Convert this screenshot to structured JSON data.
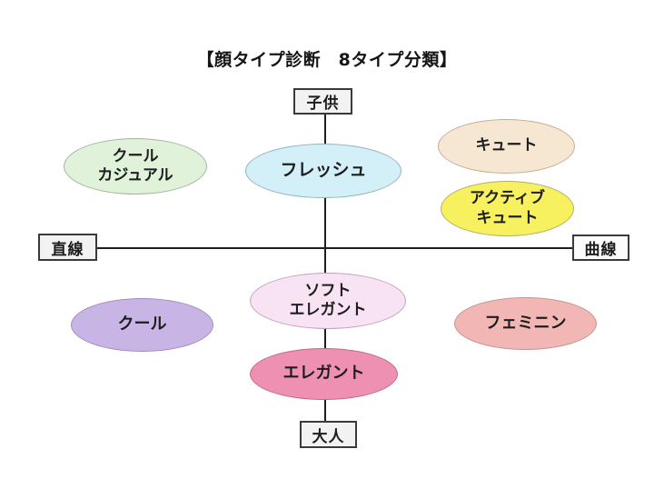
{
  "title": "【顔タイプ診断　8タイプ分類】",
  "axes": {
    "top_label": "子供",
    "bottom_label": "大人",
    "left_label": "直線",
    "right_label": "曲線",
    "line_color": "#1f1f1f"
  },
  "types": {
    "cool_casual": {
      "lines": [
        "クール",
        "カジュアル"
      ],
      "fill": "#e0f2d9",
      "border": "#a3b59e"
    },
    "fresh": {
      "lines": [
        "フレッシュ"
      ],
      "fill": "#d3eff7",
      "border": "#93b2bf"
    },
    "cute": {
      "lines": [
        "キュート"
      ],
      "fill": "#f6e7d3",
      "border": "#c6ad96"
    },
    "active_cute": {
      "lines": [
        "アクティブ",
        "キュート"
      ],
      "fill": "#f7f160",
      "border": "#b5af63"
    },
    "cool": {
      "lines": [
        "クール"
      ],
      "fill": "#c9b4e6",
      "border": "#9e8bbd"
    },
    "soft_elegant": {
      "lines": [
        "ソフト",
        "エレガント"
      ],
      "fill": "#f8e3f4",
      "border": "#c4a1bb"
    },
    "elegant": {
      "lines": [
        "エレガント"
      ],
      "fill": "#ee90b1",
      "border": "#c2688c"
    },
    "feminine": {
      "lines": [
        "フェミニン"
      ],
      "fill": "#f2b7b5",
      "border": "#c39492"
    }
  }
}
